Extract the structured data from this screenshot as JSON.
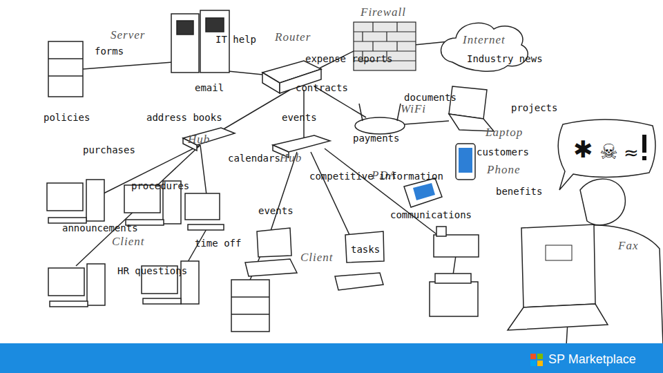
{
  "diagram": {
    "labels": [
      "Server",
      "Router",
      "Firewall",
      "Internet",
      "Hub",
      "Hub",
      "WiFi",
      "Laptop",
      "Phone",
      "PDA",
      "Client",
      "Client",
      "Fax",
      "IT help",
      "forms",
      "expense reports",
      "Industry news",
      "email",
      "contracts",
      "documents",
      "projects",
      "policies",
      "address books",
      "events",
      "payments",
      "purchases",
      "calendars",
      "customers",
      "competitive information",
      "procedures",
      "benefits",
      "events",
      "communications",
      "announcements",
      "time off",
      "tasks",
      "HR questions",
      "SP Marketplace"
    ]
  }
}
